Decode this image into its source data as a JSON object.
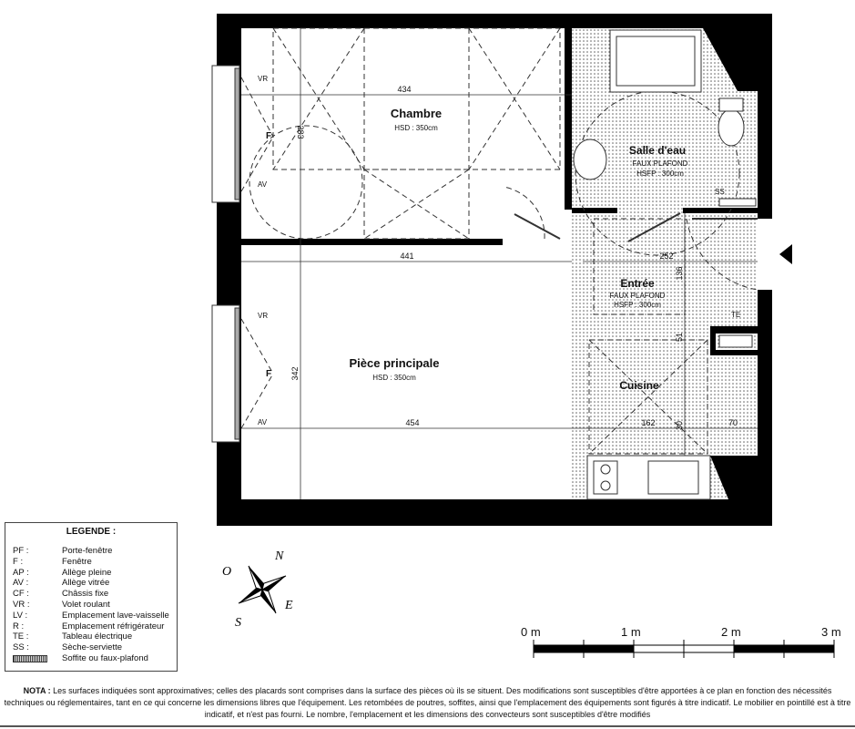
{
  "rooms": {
    "chambre": {
      "name": "Chambre",
      "height": "HSD : 350cm"
    },
    "piece": {
      "name": "Pièce principale",
      "height": "HSD : 350cm"
    },
    "salle_eau": {
      "name": "Salle d'eau",
      "ceiling": "FAUX PLAFOND",
      "height": "HSFP : 300cm"
    },
    "entree": {
      "name": "Entrée",
      "ceiling": "FAUX PLAFOND",
      "height": "HSFP : 300cm"
    },
    "cuisine": {
      "name": "Cuisine"
    }
  },
  "dimensions": {
    "chambre_width": "434",
    "chambre_depth": "283",
    "passage_width": "441",
    "piece_depth": "342",
    "piece_width": "454",
    "entree_width": "252",
    "entree_depth": "136",
    "kitchen_gap": "51",
    "cuisine_width": "162",
    "cuisine_small": "30",
    "cuisine_right": "70"
  },
  "annotations": {
    "vr": "VR",
    "f": "F",
    "av": "AV",
    "ss": "SS",
    "te": "TE"
  },
  "compass": {
    "n": "N",
    "e": "E",
    "s": "S",
    "o": "O"
  },
  "scale": [
    "0 m",
    "1 m",
    "2 m",
    "3 m"
  ],
  "legend": {
    "title": "LEGENDE :",
    "items": [
      {
        "code": "PF :",
        "label": "Porte-fenêtre"
      },
      {
        "code": "F :",
        "label": "Fenêtre"
      },
      {
        "code": "AP :",
        "label": "Allège pleine"
      },
      {
        "code": "AV :",
        "label": "Allège vitrée"
      },
      {
        "code": "CF :",
        "label": "Châssis fixe"
      },
      {
        "code": "VR :",
        "label": "Volet roulant"
      },
      {
        "code": "LV :",
        "label": "Emplacement lave-vaisselle"
      },
      {
        "code": "R :",
        "label": "Emplacement réfrigérateur"
      },
      {
        "code": "TE :",
        "label": "Tableau électrique"
      },
      {
        "code": "SS :",
        "label": "Sèche-serviette"
      }
    ],
    "soffit_label": "Soffite ou faux-plafond"
  },
  "nota": {
    "prefix": "NOTA :",
    "text": "Les surfaces indiquées sont approximatives; celles des placards sont comprises dans la surface des pièces où ils se situent. Des modifications sont susceptibles d'être apportées à ce plan en fonction des nécessités techniques ou réglementaires, tant en ce qui concerne les dimensions libres que l'équipement. Les retombées de poutres, soffites, ainsi que l'emplacement des équipements sont figurés à titre indicatif. Le mobilier en pointillé est à titre indicatif, et n'est pas fourni. Le nombre, l'emplacement et les dimensions des convecteurs sont susceptibles d'être modifiés"
  }
}
